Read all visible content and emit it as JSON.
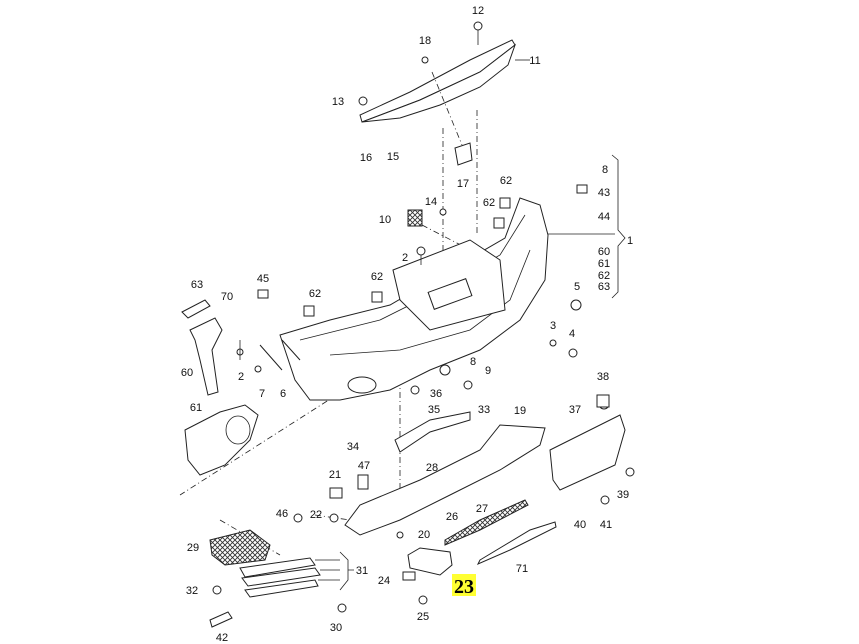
{
  "diagram": {
    "highlight_color": "#ffff33",
    "highlighted_part": "23",
    "labels": [
      "12",
      "18",
      "11",
      "13",
      "16",
      "15",
      "17",
      "14",
      "10",
      "62",
      "62",
      "8",
      "43",
      "44",
      "60",
      "61",
      "62",
      "63",
      "1",
      "2",
      "62",
      "62",
      "45",
      "63",
      "70",
      "5",
      "3",
      "4",
      "60",
      "2",
      "7",
      "6",
      "8",
      "9",
      "36",
      "35",
      "33",
      "19",
      "38",
      "37",
      "61",
      "34",
      "28",
      "47",
      "21",
      "39",
      "40",
      "41",
      "46",
      "22",
      "27",
      "26",
      "20",
      "29",
      "31",
      "71",
      "24",
      "32",
      "25",
      "30",
      "42"
    ]
  }
}
